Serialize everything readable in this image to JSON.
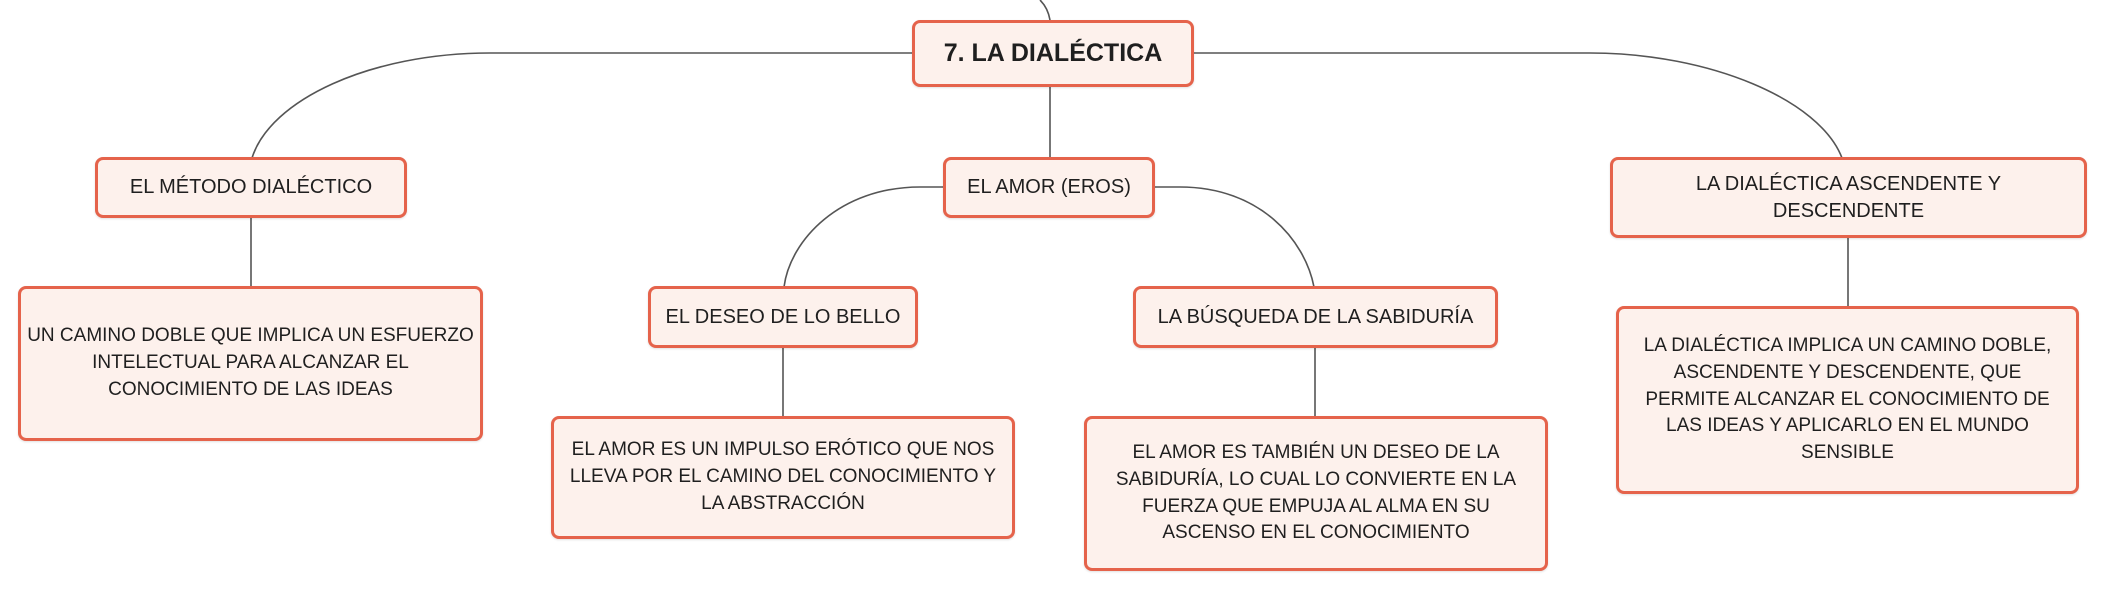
{
  "diagram": {
    "root": "7. LA DIALÉCTICA",
    "branches": {
      "metodo": "EL MÉTODO DIALÉCTICO",
      "amor": "EL AMOR (EROS)",
      "ascendente": "LA DIALÉCTICA ASCENDENTE Y DESCENDENTE"
    },
    "sub_branches": {
      "deseo_bello": "EL DESEO DE LO BELLO",
      "busqueda_sabiduria": "LA BÚSQUEDA DE LA SABIDURÍA"
    },
    "descriptions": {
      "metodo": "UN CAMINO DOBLE QUE IMPLICA UN ESFUERZO INTELECTUAL PARA ALCANZAR EL CONOCIMIENTO DE LAS IDEAS",
      "deseo_bello": "EL AMOR ES UN IMPULSO ERÓTICO QUE NOS LLEVA POR EL CAMINO DEL CONOCIMIENTO Y LA ABSTRACCIÓN",
      "busqueda_sabiduria": "EL AMOR ES TAMBIÉN UN DESEO DE LA SABIDURÍA, LO CUAL LO CONVIERTE EN LA FUERZA QUE EMPUJA AL ALMA EN SU ASCENSO EN EL CONOCIMIENTO",
      "ascendente": "LA DIALÉCTICA IMPLICA UN CAMINO DOBLE, ASCENDENTE Y DESCENDENTE, QUE PERMITE ALCANZAR EL CONOCIMIENTO DE LAS IDEAS Y APLICARLO EN EL MUNDO SENSIBLE"
    },
    "colors": {
      "node_fill": "#fdf1ec",
      "node_border": "#e5634b",
      "connector": "#555555"
    }
  }
}
